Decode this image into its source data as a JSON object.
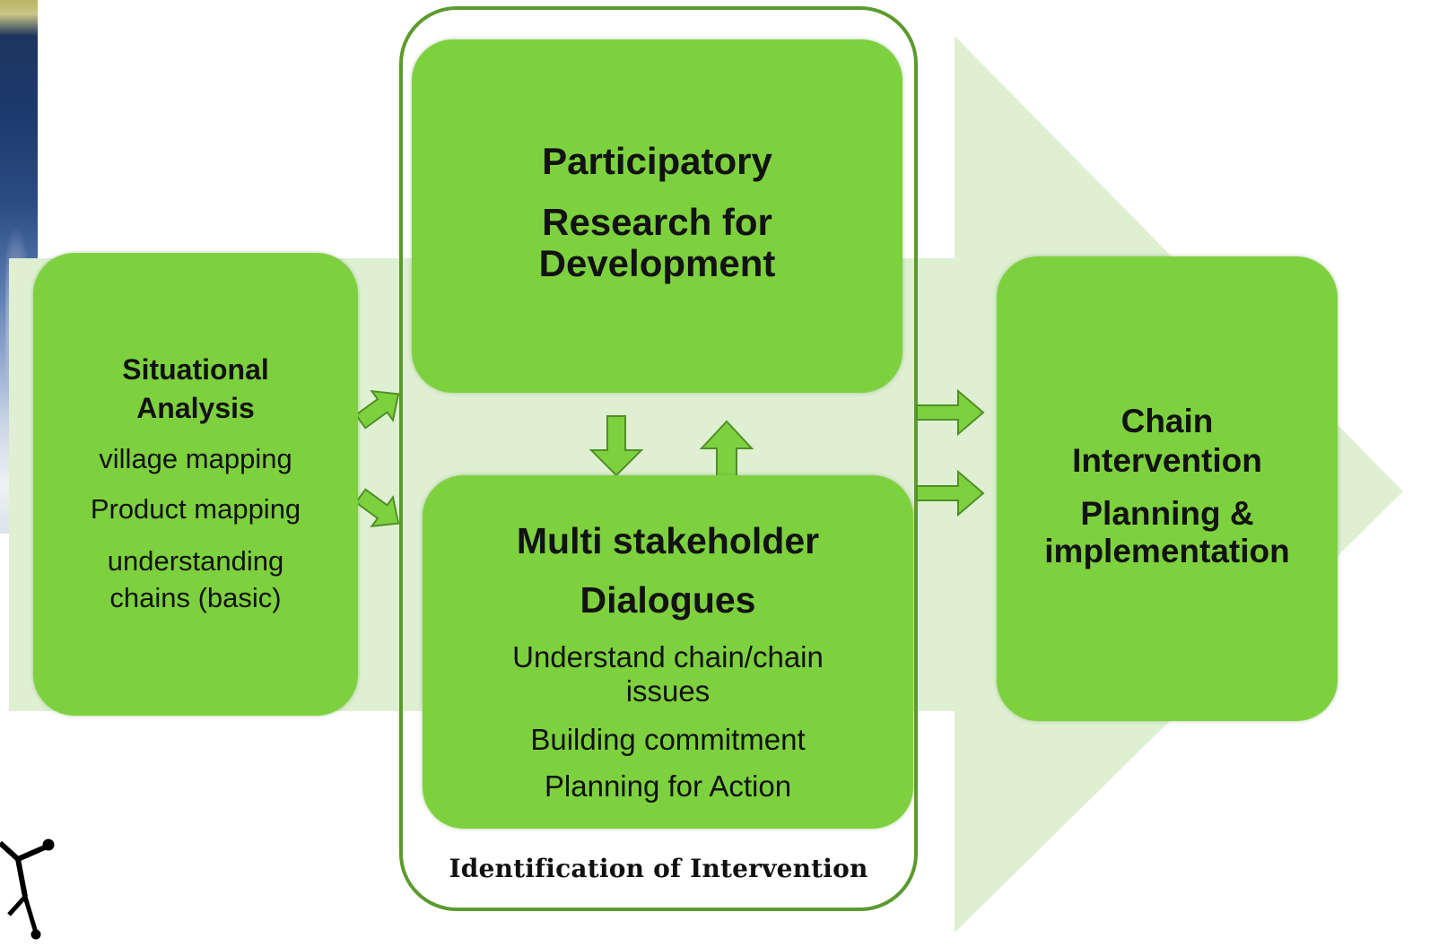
{
  "colors": {
    "box_fill": "#7dd13f",
    "arrow_fill": "#d8efcc",
    "frame_stroke": "#5c9a2e",
    "connector_fill": "#7dd13f"
  },
  "situational": {
    "title_line1": "Situational",
    "title_line2": "Analysis",
    "item1": "village mapping",
    "item2": "Product mapping",
    "item3_line1": "understanding",
    "item3_line2": "chains (basic)"
  },
  "participatory": {
    "line1": "Participatory",
    "line2": "Research for",
    "line3": "Development"
  },
  "multi": {
    "title_line1": "Multi stakeholder",
    "title_line2": "Dialogues",
    "item1_line1": "Understand chain/chain",
    "item1_line2": "issues",
    "item2": "Building commitment",
    "item3": "Planning for Action"
  },
  "chain": {
    "line1": "Chain",
    "line2": "Intervention",
    "line3": "Planning &",
    "line4": "implementation"
  },
  "frame_caption": "Identification of Intervention"
}
